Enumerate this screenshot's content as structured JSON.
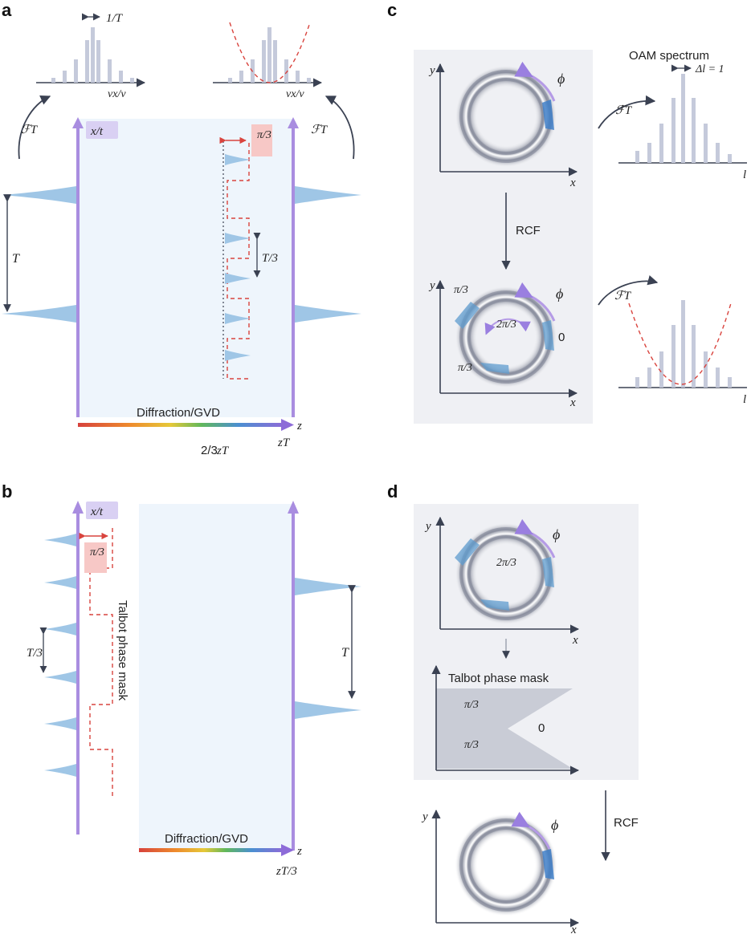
{
  "panels": [
    "a",
    "b",
    "c",
    "d"
  ],
  "labels": {
    "one_over_T": "1/T",
    "nu_axis": "νx/ν",
    "ft": "ℱT",
    "x_over_t": "x/t",
    "T": "T",
    "T_third": "T/3",
    "pi_third": "π/3",
    "two_pi_third": "2π/3",
    "diffraction": "Diffraction/GVD",
    "z": "z",
    "zT": "zT",
    "two_thirds": "2/3",
    "zT_third": "zT/3",
    "talbot_mask_vertical": "Talbot phase mask",
    "oam_spectrum": "OAM spectrum",
    "delta_l": "Δl = 1",
    "rcf": "RCF",
    "phi": "ϕ",
    "x": "x",
    "y": "y",
    "l": "l",
    "zero": "0",
    "talbot_mask": "Talbot phase mask"
  },
  "colors": {
    "pulse": "#9fc6e6",
    "pulse_edge": "#5f9ccf",
    "axis_purple": "#a98de0",
    "dash_red": "#d9443e",
    "region_bg": "#eef5fc",
    "panel_bg": "#eff0f4",
    "segment": "#3f7fc8"
  }
}
